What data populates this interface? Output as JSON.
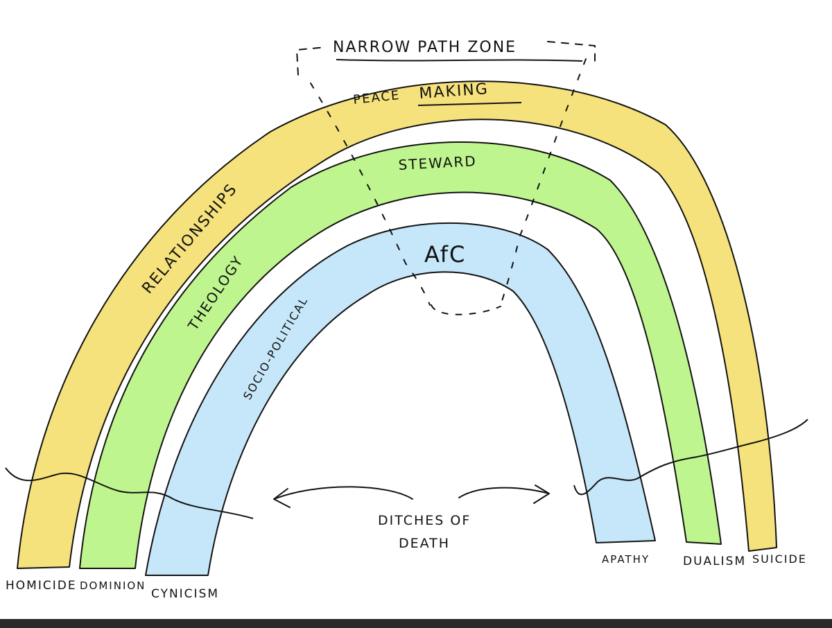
{
  "colors": {
    "outer_band": "#f6e27c",
    "middle_band": "#bff58f",
    "inner_band": "#c6e6f9",
    "ink": "#111111",
    "background": "#ffffff"
  },
  "labels": {
    "narrow_path_zone": "NARROW PATH ZONE",
    "peace": "PEACE",
    "making": "MAKING",
    "steward": "STEWARD",
    "afc": "AfC",
    "relationships": "RELATIONSHIPS",
    "theology": "THEOLOGY",
    "socio_political": "SOCIO-POLITICAL",
    "ditches_line1": "DITCHES OF",
    "ditches_line2": "DEATH"
  },
  "ends": {
    "left": [
      "HOMICIDE",
      "DOMINION",
      "CYNICISM"
    ],
    "right": [
      "APATHY",
      "DUALISM",
      "SUICIDE"
    ]
  }
}
